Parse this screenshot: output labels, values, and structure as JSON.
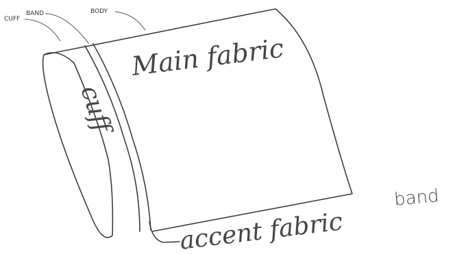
{
  "labels": {
    "cuff_tag": "CUFF",
    "band_tag": "BAND",
    "body_tag": "BODY"
  },
  "annotations": {
    "main": "Main fabric",
    "cuff": "cuff",
    "accent": "accent fabric",
    "band": "band"
  }
}
